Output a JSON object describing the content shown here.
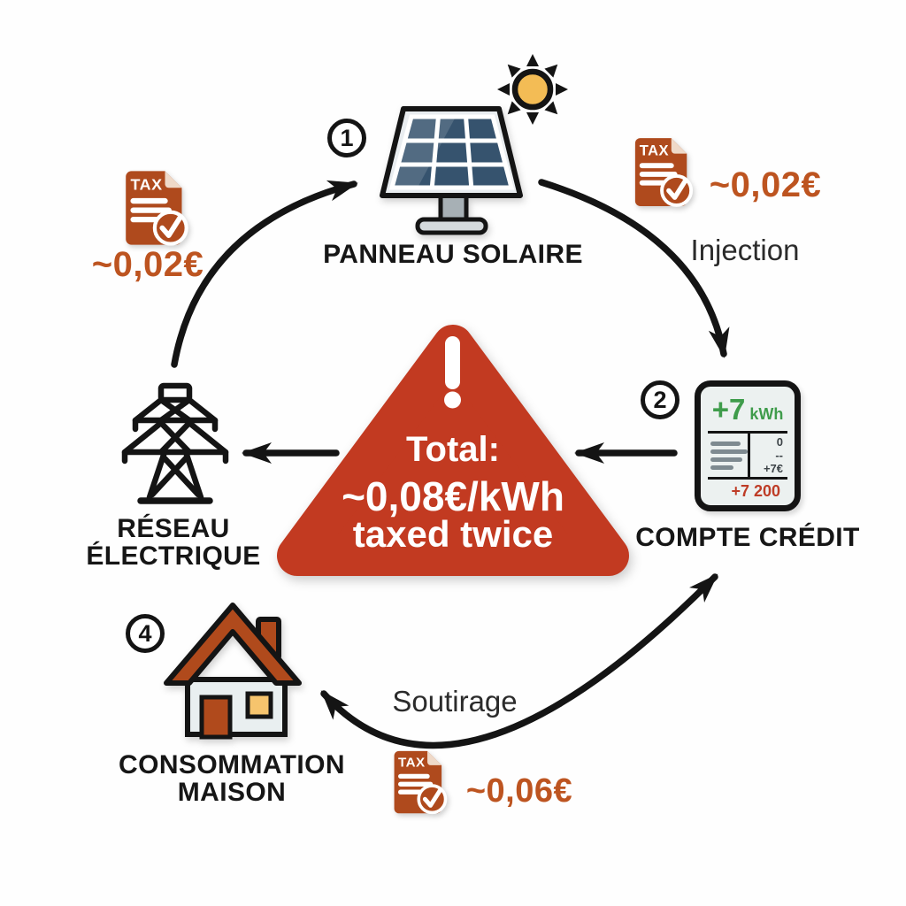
{
  "nodes": {
    "panneau": {
      "number": "1",
      "label": "PANNEAU SOLAIRE"
    },
    "credit": {
      "number": "2",
      "label": "COMPTE CRÉDIT",
      "meter": {
        "kwh": "+7",
        "unit": "kWh",
        "right_top": "0",
        "right_mid": "--",
        "right_bottom": "+7€",
        "total": "+7 200"
      }
    },
    "reseau": {
      "label1": "RÉSEAU",
      "label2": "ÉLECTRIQUE"
    },
    "maison": {
      "number": "4",
      "label1": "CONSOMMATION",
      "label2": "MAISON"
    }
  },
  "flows": {
    "injection": {
      "label": "Injection"
    },
    "soutirage": {
      "label": "Soutirage"
    }
  },
  "taxes": {
    "left": {
      "badge": "TAX",
      "amount": "~0,02€"
    },
    "right": {
      "badge": "TAX",
      "amount": "~0,02€"
    },
    "bottom": {
      "badge": "TAX",
      "amount": "~0,06€"
    }
  },
  "warning": {
    "line1": "Total:",
    "line2": "~0,08€/kWh",
    "line3": "taxed twice"
  },
  "colors": {
    "ink": "#141414",
    "tax_rust": "#af4a1d",
    "amount_rust": "#bd5420",
    "warning_red": "#c23a21",
    "credit_green": "#3f9c4b",
    "credit_red": "#be3c26",
    "sun_orange": "#f3bc55",
    "panel_blue": "#36536e",
    "house_rust": "#b04a1c",
    "window_amber": "#f6c46d"
  }
}
